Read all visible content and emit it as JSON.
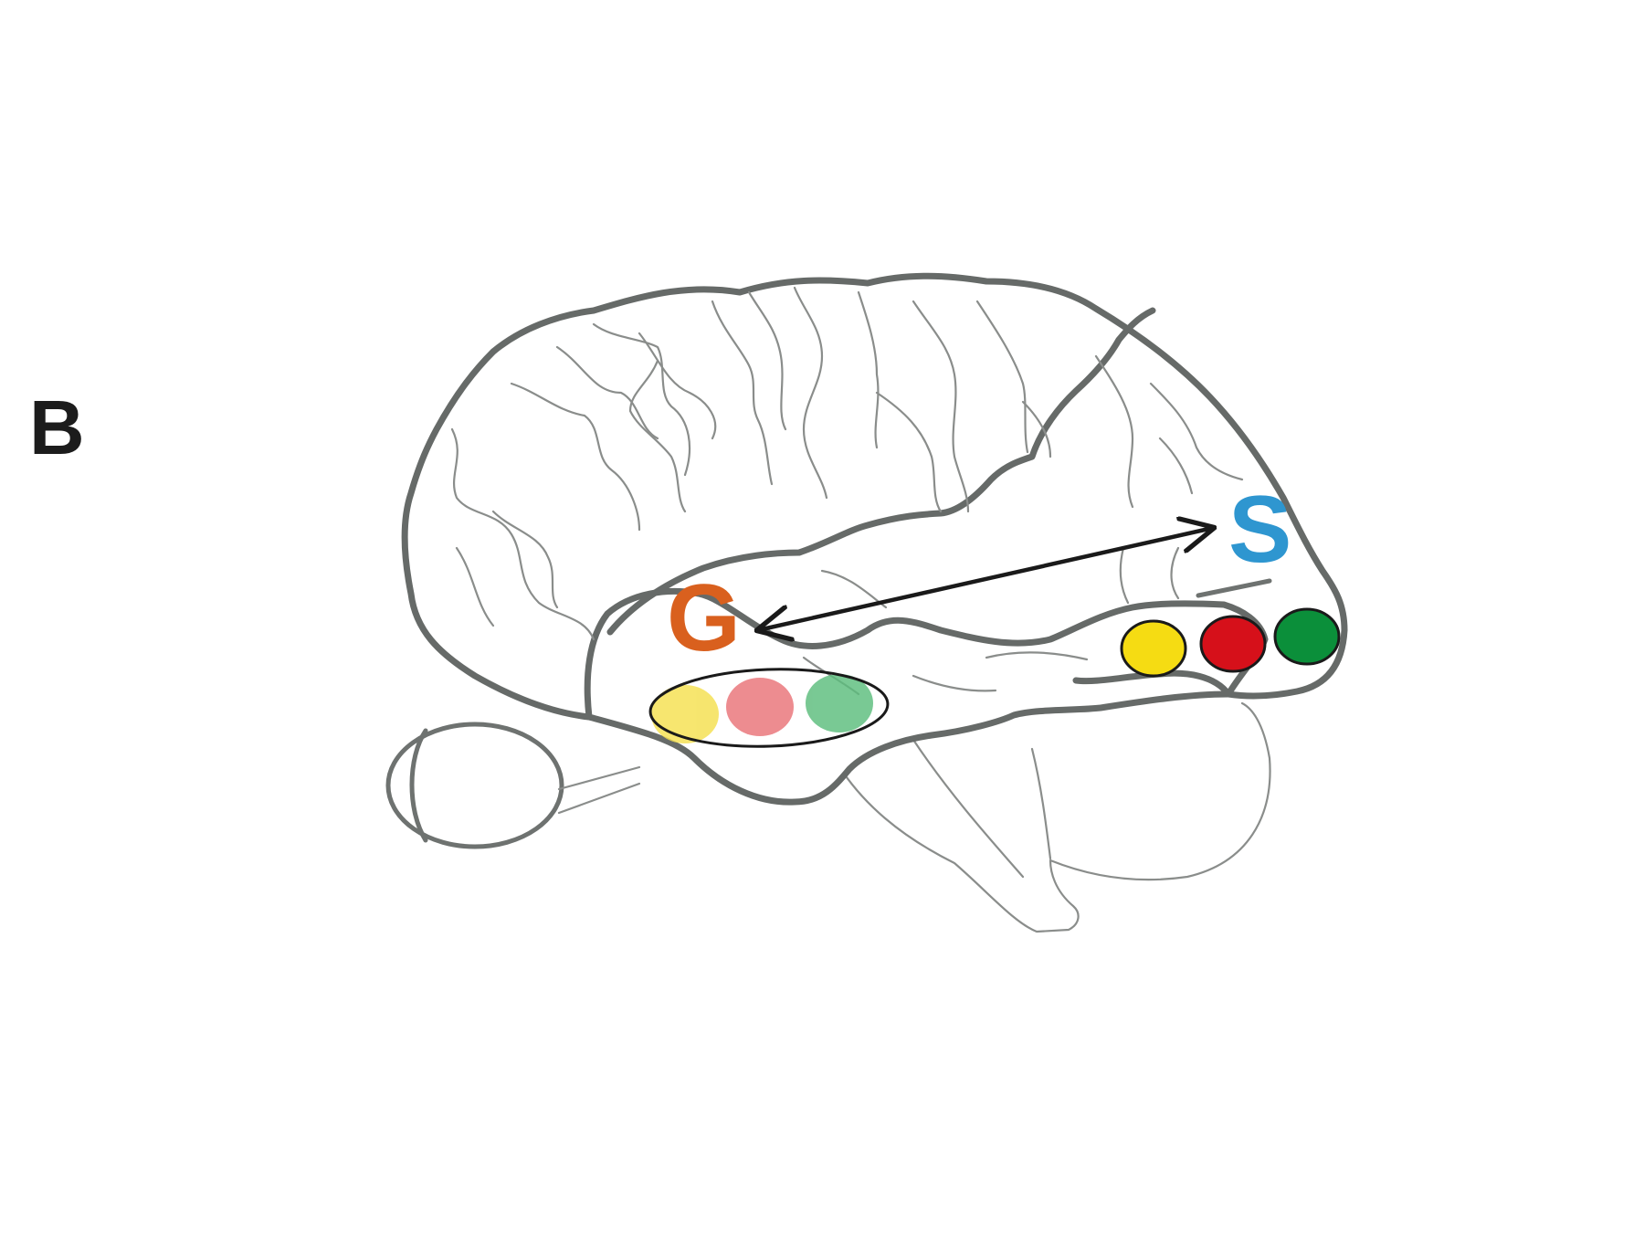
{
  "panel": {
    "label": "B"
  },
  "regions": [
    {
      "id": "G",
      "label": "G",
      "color": "#d9601e"
    },
    {
      "id": "S",
      "label": "S",
      "color": "#2e96d0"
    }
  ],
  "arrow": {
    "from": "S",
    "to": "G",
    "direction": "bidirectional",
    "color": "#1a1a1a"
  },
  "dot_groups": [
    {
      "name": "temporal-group",
      "grouped_by_ellipse": true,
      "faded": true,
      "dots": [
        {
          "color": "#f5e04f"
        },
        {
          "color": "#ea7378"
        },
        {
          "color": "#5cbd7c"
        }
      ]
    },
    {
      "name": "frontal-group",
      "grouped_by_ellipse": false,
      "faded": false,
      "dots": [
        {
          "color": "#f5dc13"
        },
        {
          "color": "#d6101a"
        },
        {
          "color": "#0b8f3a"
        }
      ]
    }
  ]
}
